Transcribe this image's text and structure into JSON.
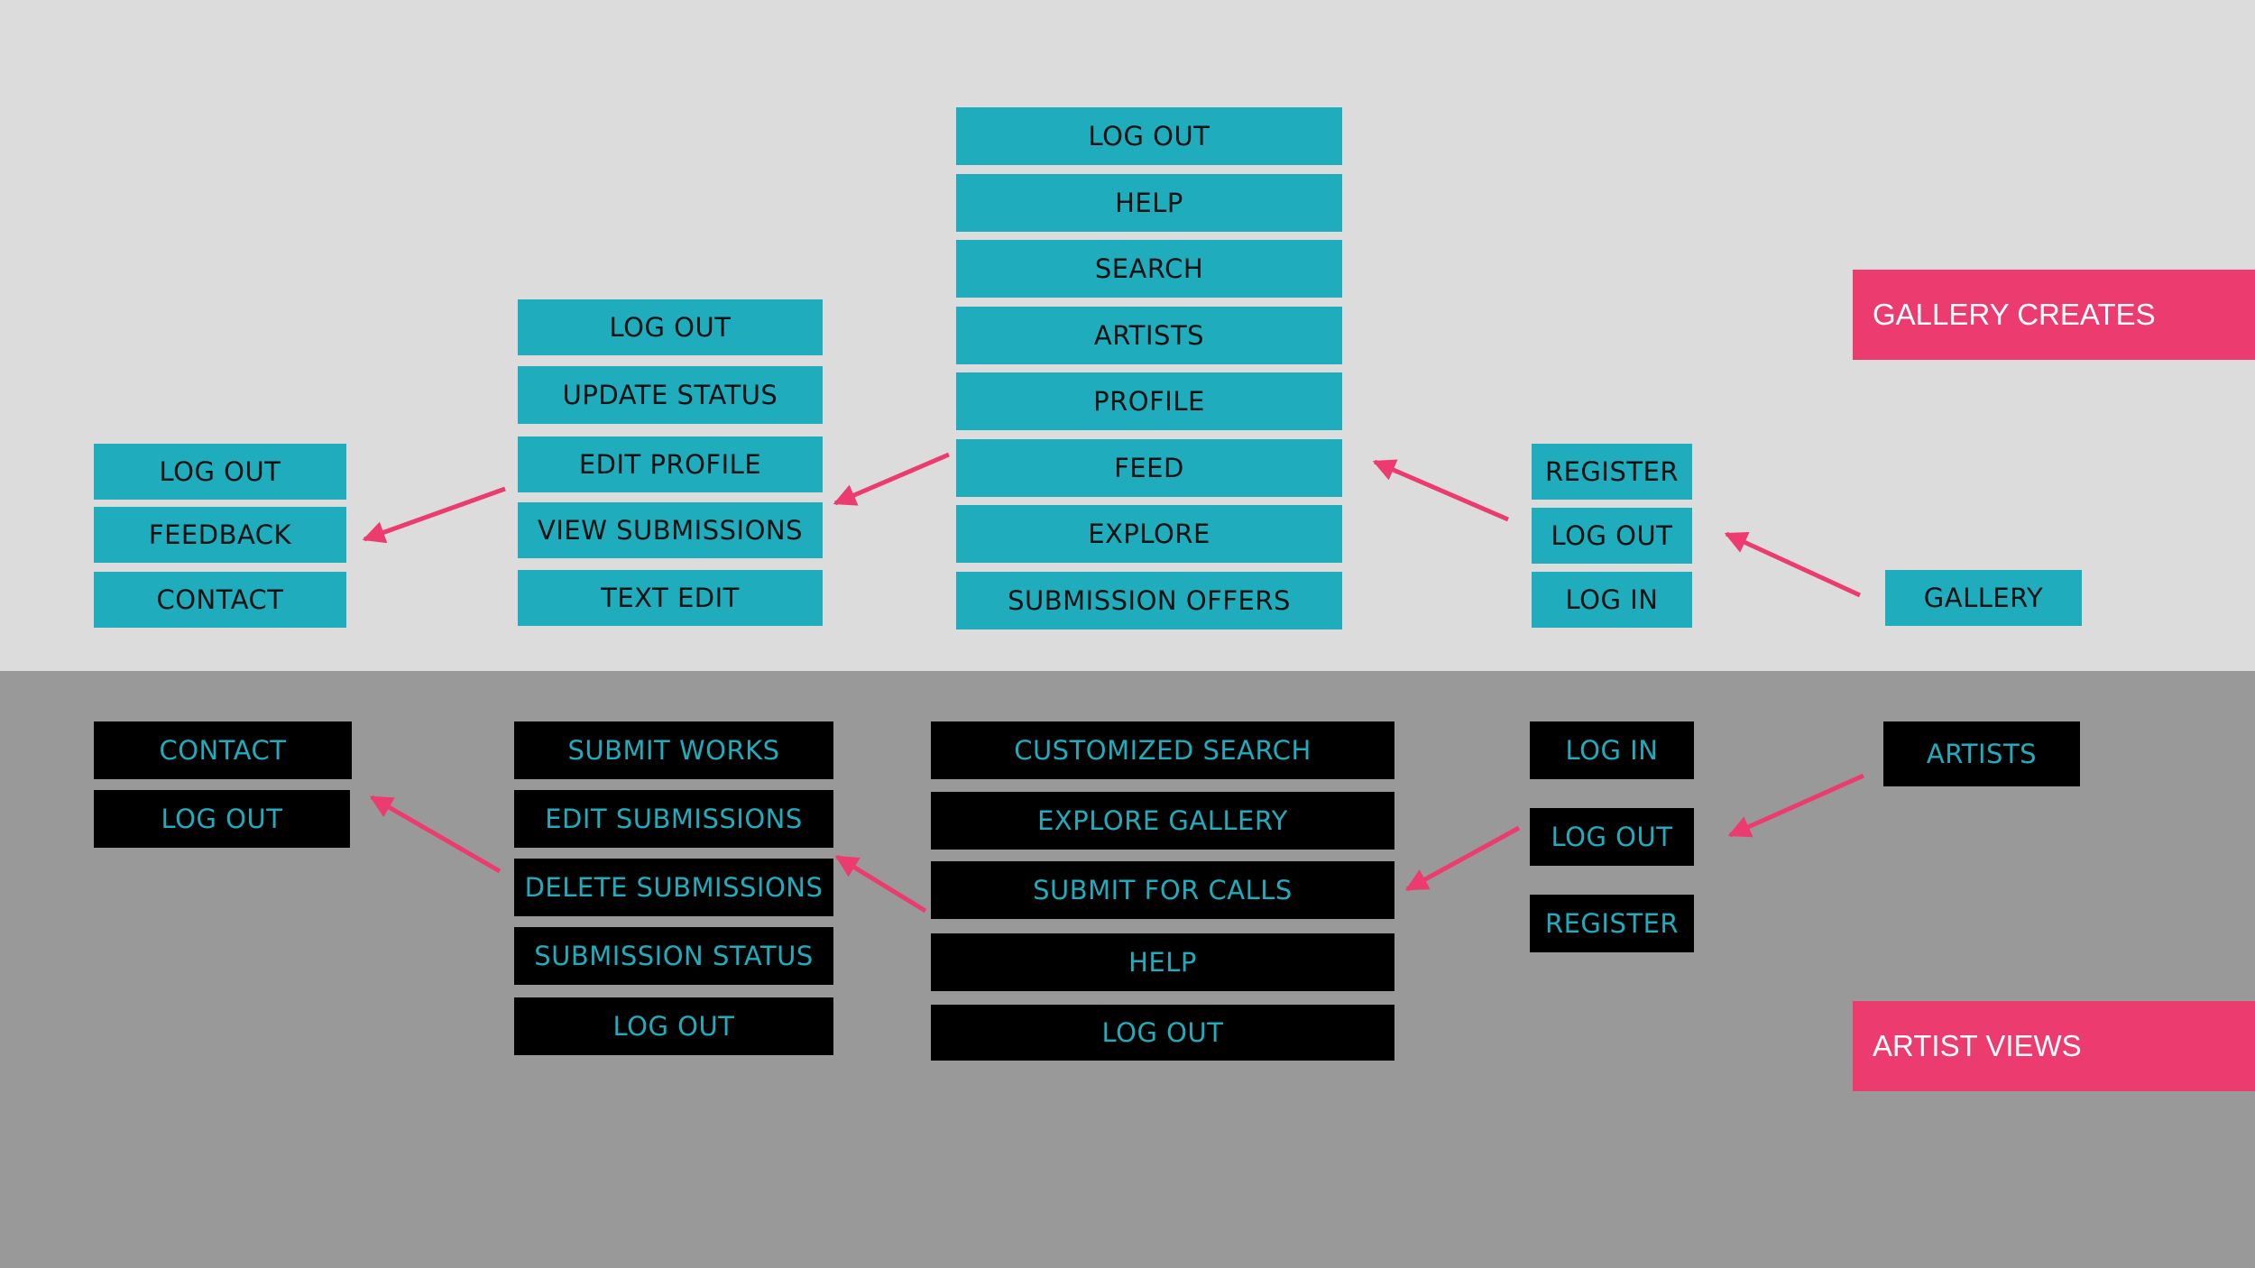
{
  "colors": {
    "top_band": "#dcdcdc",
    "bottom_band": "#999999",
    "teal": "#1fadbd",
    "black": "#000000",
    "accent_pink": "#ec3b6e"
  },
  "labels": {
    "gallery_creates": "GALLERY CREATES",
    "artist_views": "ARTIST VIEWS"
  },
  "gallery": {
    "entry": "GALLERY",
    "auth": [
      "REGISTER",
      "LOG OUT",
      "LOG IN"
    ],
    "main": [
      "LOG OUT",
      "HELP",
      "SEARCH",
      "ARTISTS",
      "PROFILE",
      "FEED",
      "EXPLORE",
      "SUBMISSION OFFERS"
    ],
    "profile": [
      "LOG OUT",
      "UPDATE STATUS",
      "EDIT PROFILE",
      "VIEW SUBMISSIONS",
      "TEXT EDIT"
    ],
    "support": [
      "LOG OUT",
      "FEEDBACK",
      "CONTACT"
    ]
  },
  "artist": {
    "entry": "ARTISTS",
    "auth": [
      "LOG IN",
      "LOG OUT",
      "REGISTER"
    ],
    "main": [
      "CUSTOMIZED SEARCH",
      "EXPLORE GALLERY",
      "SUBMIT FOR CALLS",
      "HELP",
      "LOG OUT"
    ],
    "submissions": [
      "SUBMIT WORKS",
      "EDIT SUBMISSIONS",
      "DELETE SUBMISSIONS",
      "SUBMISSION STATUS",
      "LOG OUT"
    ],
    "support": [
      "CONTACT",
      "LOG OUT"
    ]
  }
}
